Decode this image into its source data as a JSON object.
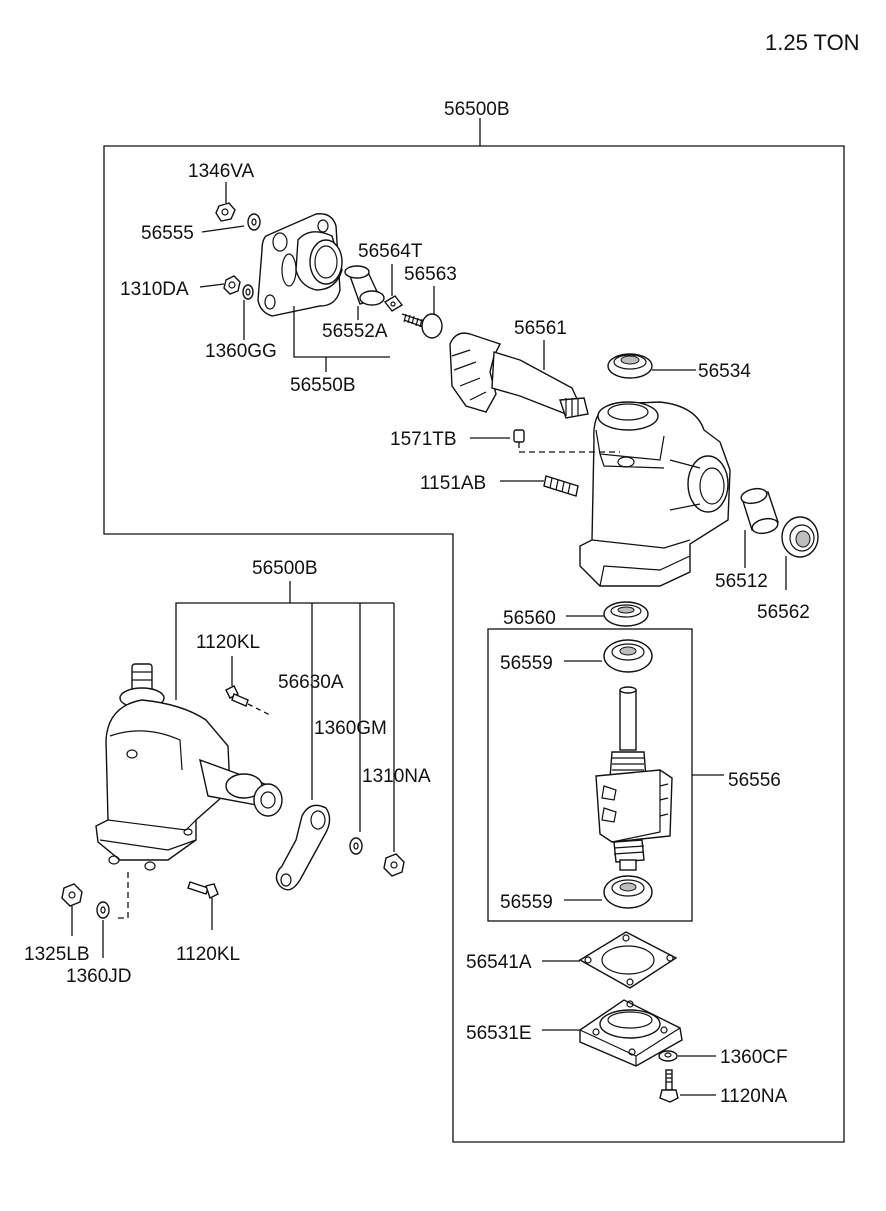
{
  "title": "1.25 TON",
  "labels": {
    "l56500B_top": "56500B",
    "l1346VA": "1346VA",
    "l56555": "56555",
    "l1310DA": "1310DA",
    "l1360GG": "1360GG",
    "l56564T": "56564T",
    "l56563": "56563",
    "l56552A": "56552A",
    "l56550B": "56550B",
    "l56561": "56561",
    "l56534": "56534",
    "l1571TB": "1571TB",
    "l1151AB": "1151AB",
    "l56512": "56512",
    "l56562": "56562",
    "l56500B_mid": "56500B",
    "l1120KL_a": "1120KL",
    "l56630A": "56630A",
    "l1360GM": "1360GM",
    "l1310NA": "1310NA",
    "l1325LB": "1325LB",
    "l1360JD": "1360JD",
    "l1120KL_b": "1120KL",
    "l56560": "56560",
    "l56559_a": "56559",
    "l56556": "56556",
    "l56559_b": "56559",
    "l56541A": "56541A",
    "l56531E": "56531E",
    "l1360CF": "1360CF",
    "l1120NA": "1120NA"
  }
}
